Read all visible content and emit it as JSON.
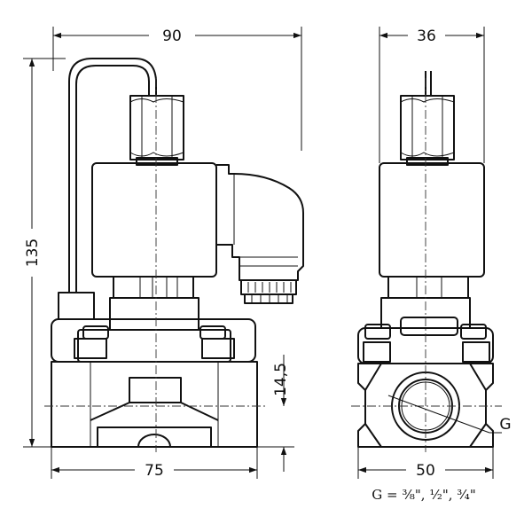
{
  "dimensions": {
    "width_front": "90",
    "width_side": "36",
    "height_total": "135",
    "port_center_height": "14,5",
    "body_width_front": "75",
    "body_width_side": "50",
    "thread_label": "G"
  },
  "footnote": "G = ³⁄₈\", ¹⁄₂\", ³⁄₄\""
}
